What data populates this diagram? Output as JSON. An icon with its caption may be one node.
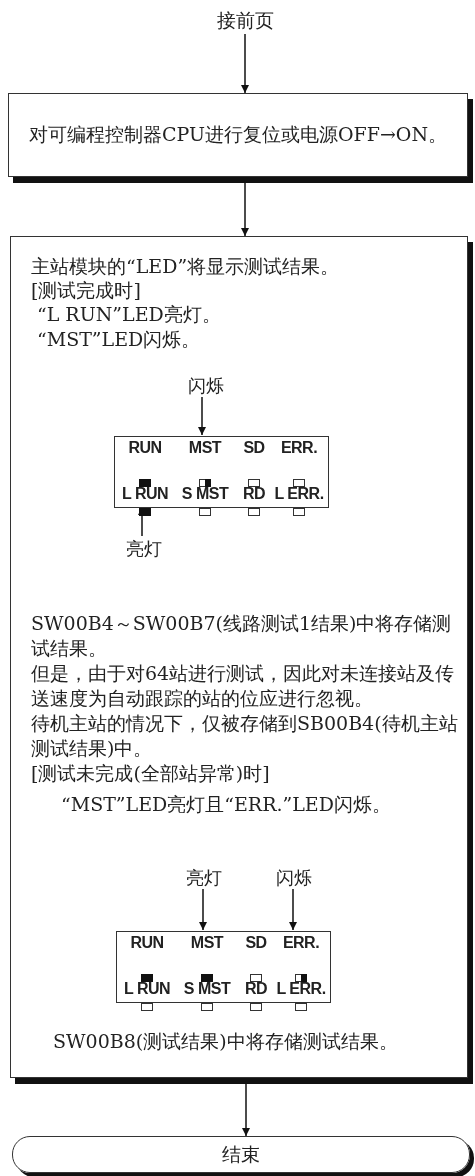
{
  "diagram": {
    "nodes": [
      {
        "text": [
          "接前页"
        ]
      },
      {
        "text": [
          "对可编程控制器CPU进行复位或电源OFF→ON。"
        ]
      },
      {
        "text": [
          "主站模块的“LED”将显示测试结果。",
          "[测试完成时]",
          "“L RUN”LED亮灯。",
          "“MST”LED闪烁。",
          "SW00B4～SW00B7(线路测试1结果)中将存储测试结果。",
          "但是，由于对64站进行测试，因此对未连接站及传送速度为自动跟踪的站的位应进行忽视。",
          "待机主站的情况下，仅被存储到SB00B4(待机主站测试结果)中。",
          "[测试未完成(全部站异常)时]",
          "“MST”LED亮灯且“ERR.”LED闪烁。",
          "SW00B8(测试结果)中将存储测试结果。"
        ]
      },
      {
        "text": [
          "闪烁"
        ],
        "in": 2
      },
      {
        "text": [
          "RUN",
          "MST",
          "SD",
          "ERR.",
          "L RUN",
          "S MST",
          "RD",
          "L ERR."
        ],
        "in": 2
      },
      {
        "text": [
          "亮灯"
        ],
        "in": 2
      },
      {
        "text": [
          "亮灯"
        ],
        "in": 2
      },
      {
        "text": [
          "闪烁"
        ],
        "in": 2
      },
      {
        "text": [
          "RUN",
          "MST",
          "SD",
          "ERR.",
          "L RUN",
          "S MST",
          "RD",
          "L ERR."
        ],
        "in": 2
      },
      {
        "text": [
          "结束"
        ]
      }
    ],
    "edges": [
      {
        "from": 0,
        "to": 1,
        "arrow": "to"
      },
      {
        "from": 1,
        "to": 2,
        "arrow": "to"
      },
      {
        "from": 3,
        "to": 4,
        "arrow": "to"
      },
      {
        "from": 5,
        "to": 4,
        "arrow": "to"
      },
      {
        "from": 6,
        "to": 8,
        "arrow": "to"
      },
      {
        "from": 7,
        "to": 8,
        "arrow": "to"
      },
      {
        "from": 2,
        "to": 9,
        "arrow": "to"
      }
    ]
  }
}
